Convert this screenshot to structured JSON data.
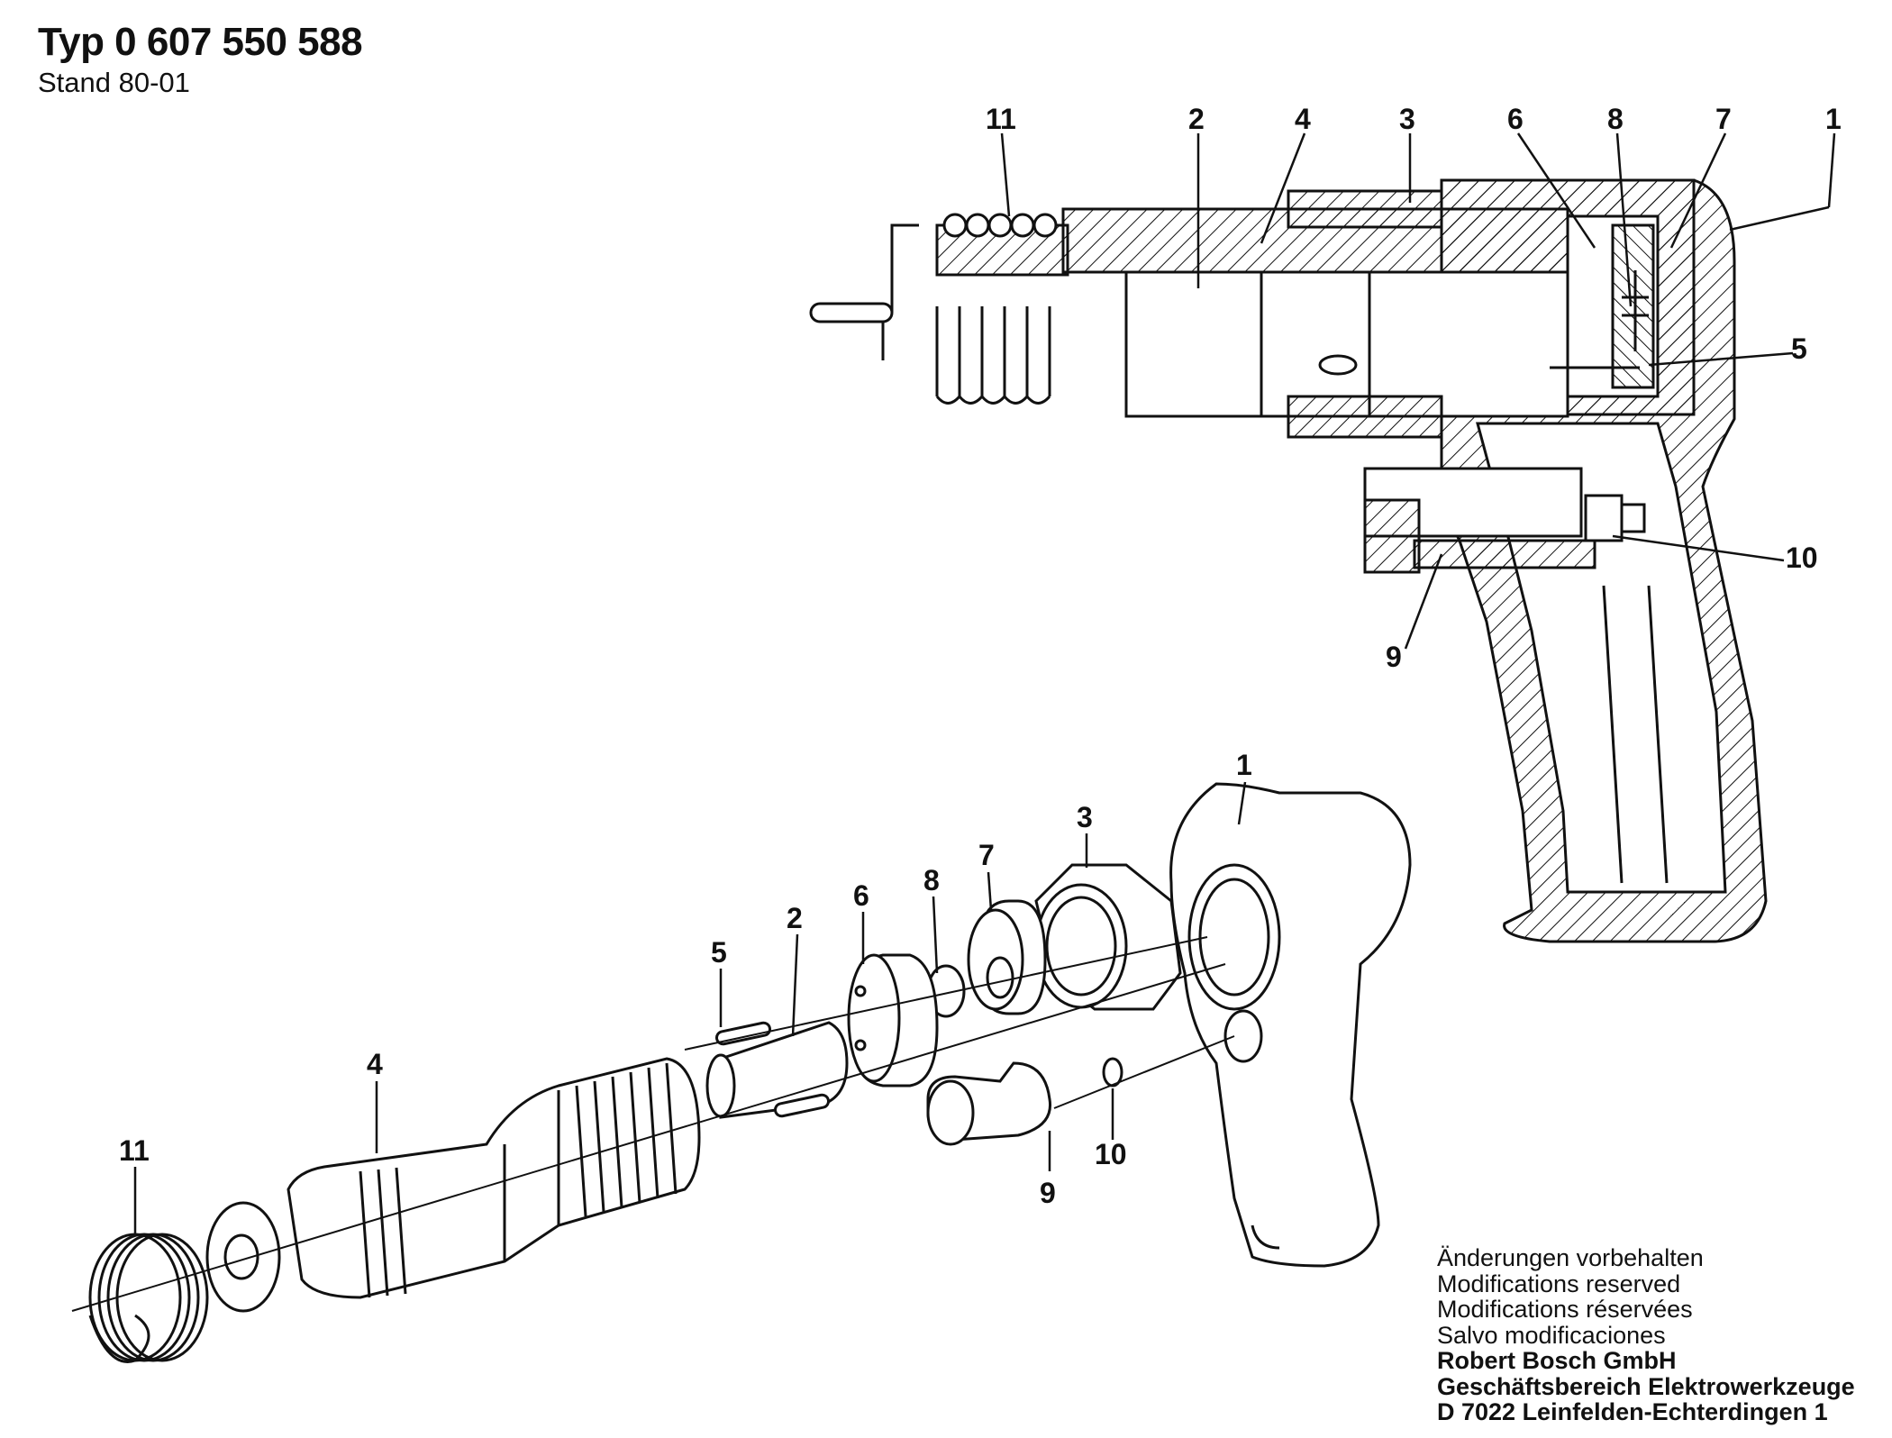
{
  "header": {
    "title": "Typ 0 607 550 588",
    "subtitle": "Stand 80-01"
  },
  "callouts": {
    "section": [
      "11",
      "2",
      "4",
      "3",
      "6",
      "8",
      "7",
      "1",
      "5",
      "10",
      "9"
    ],
    "exploded": [
      "1",
      "3",
      "8",
      "7",
      "6",
      "2",
      "5",
      "4",
      "11",
      "9",
      "10"
    ]
  },
  "notes": {
    "lines": [
      "Änderungen vorbehalten",
      "Modifications reserved",
      "Modifications réservées",
      "Salvo modificaciones"
    ],
    "company": [
      "Robert Bosch GmbH",
      "Geschäftsbereich Elektrowerkzeuge",
      "D 7022 Leinfelden-Echterdingen 1"
    ]
  }
}
